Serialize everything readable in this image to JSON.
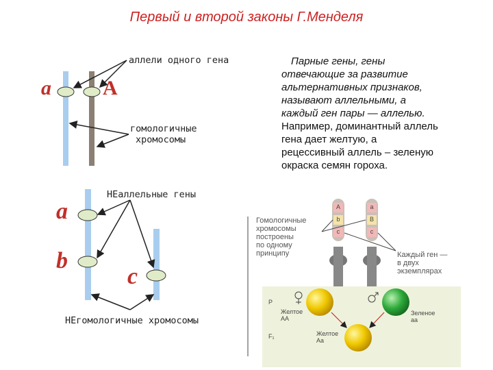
{
  "title": "Первый и второй законы Г.Менделя",
  "diagram1": {
    "allele_label": "аллели одного гена",
    "homologous_label": [
      "гомологичные",
      "хромосомы"
    ],
    "gene_left": "a",
    "gene_right": "A"
  },
  "diagram2": {
    "nonallelic_label": "НЕаллельные гены",
    "nonhomologous_label": "НЕгомологичные хромосомы",
    "gene_a": "a",
    "gene_b": "b",
    "gene_c": "c"
  },
  "description": {
    "italic_lines": [
      "Парные гены, гены",
      "отвечающие за развитие",
      "альтернативных признаков,",
      "называют аллельными, а",
      "каждый ген пары — аллелью."
    ],
    "plain_lines": [
      "Например, доминантный аллель",
      "гена дает желтую, а",
      "рецессивный аллель – зеленую",
      "окраска семян гороха."
    ]
  },
  "figure": {
    "caption_left": [
      "Гомологичные",
      "хромосомы",
      "построены",
      "по одному",
      "принципу"
    ],
    "caption_right": [
      "Каждый ген —",
      "в двух",
      "экземплярах"
    ],
    "chrom1_genes": [
      "A",
      "b",
      "c"
    ],
    "chrom2_genes": [
      "a",
      "B",
      "c"
    ],
    "p_label": "P",
    "f1_label": "F₁",
    "yellow_aa": [
      "Желтое",
      "AA"
    ],
    "green_aa": [
      "Зеленое",
      "aa"
    ],
    "yellow_hybrid": [
      "Желтое",
      "Aa"
    ]
  },
  "colors": {
    "title": "#cc2222",
    "chromosome_blue": "#a9cdee",
    "chromosome_gray": "#8c7f73",
    "gene_fill": "#e0ecc8",
    "panel_bg": "#eef2dc"
  }
}
